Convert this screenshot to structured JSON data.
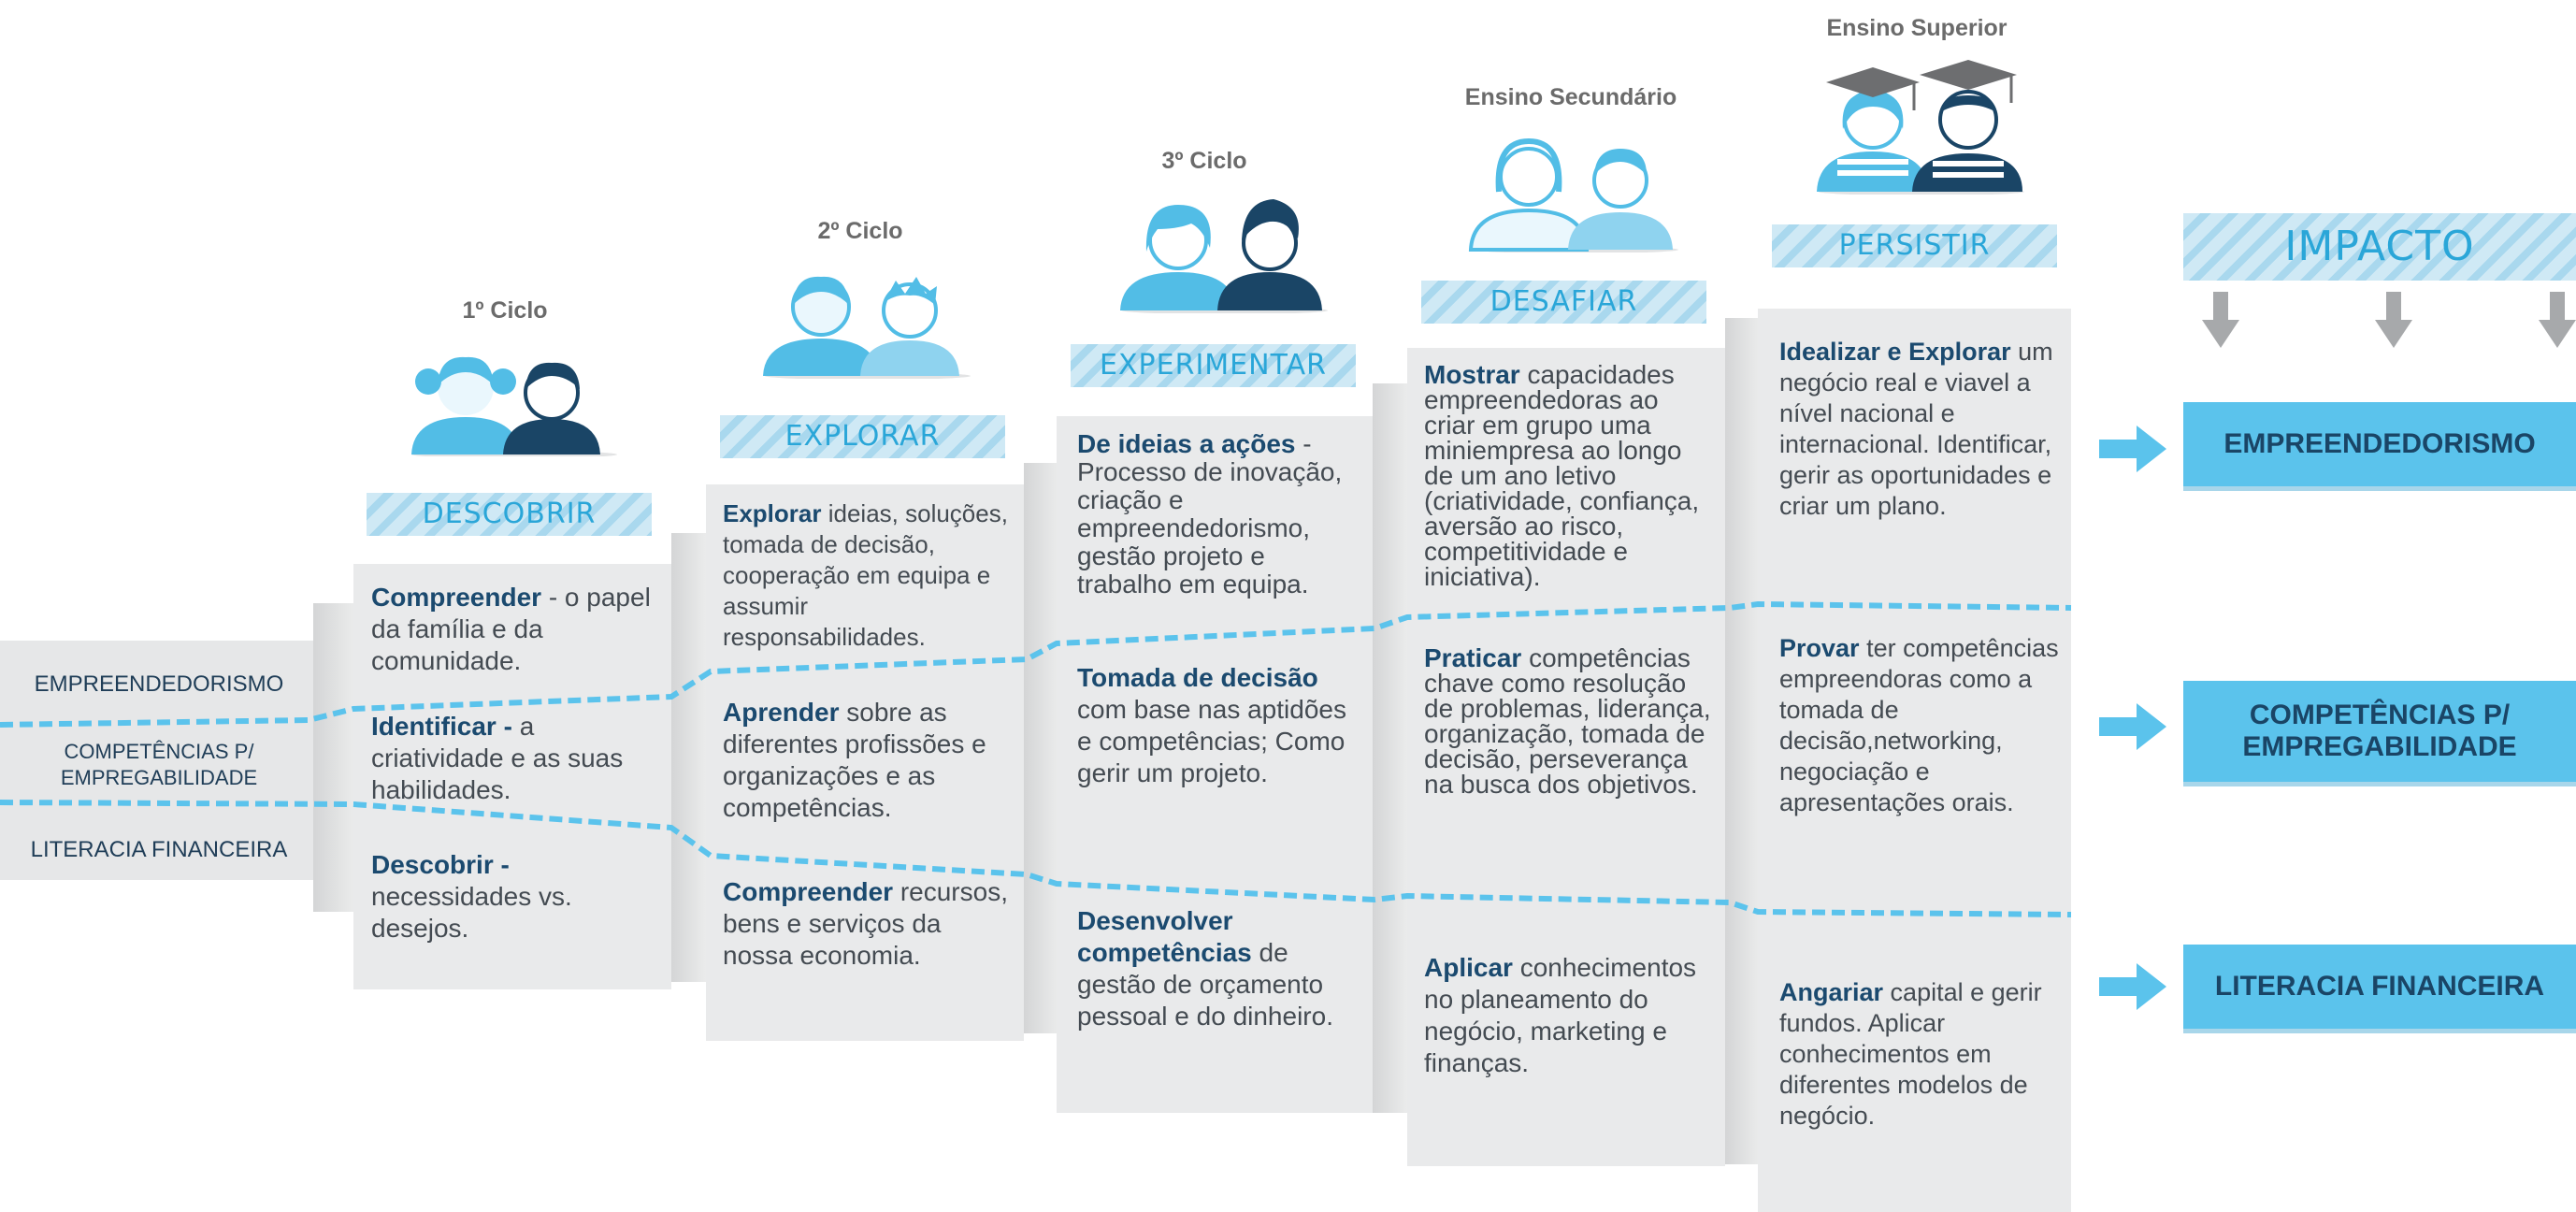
{
  "stages": [
    {
      "level": "1º Ciclo",
      "banner": "DESCOBRIR",
      "rows": [
        {
          "bold": "Compreender",
          "rest": " - o papel da família e da comunidade."
        },
        {
          "bold": "Identificar -",
          "rest": " a criatividade e as suas habilidades."
        },
        {
          "bold": "Descobrir -",
          "rest": " necessidades vs. desejos."
        }
      ]
    },
    {
      "level": "2º Ciclo",
      "banner": "EXPLORAR",
      "rows": [
        {
          "bold": "Explorar",
          "rest": " ideias, soluções, tomada de decisão, cooperação em equipa e assumir responsabilidades."
        },
        {
          "bold": "Aprender",
          "rest": " sobre as diferentes profissões e organizações e as competências."
        },
        {
          "bold": "Compreender",
          "rest": " recursos, bens  e serviços da nossa economia."
        }
      ]
    },
    {
      "level": "3º Ciclo",
      "banner": "EXPERIMENTAR",
      "rows": [
        {
          "bold": "De ideias a ações",
          "rest": " - Processo de inovação, criação e empreendedorismo, gestão projeto e trabalho em equipa."
        },
        {
          "bold": "Tomada de decisão",
          "rest": " com base nas aptidões e competências; Como gerir um projeto."
        },
        {
          "bold": "Desenvolver competências",
          "rest": " de gestão de orçamento pessoal e do dinheiro."
        }
      ]
    },
    {
      "level": "Ensino Secundário",
      "banner": "DESAFIAR",
      "rows": [
        {
          "bold": "Mostrar",
          "rest": "  capacidades empreendedoras ao criar em grupo uma miniempresa ao longo de um ano letivo (criatividade, confiança, aversão ao risco, competitividade e iniciativa)."
        },
        {
          "bold": "Praticar",
          "rest": " competências chave como resolução de problemas, liderança, organização, tomada de decisão, perseverança  na busca dos objetivos."
        },
        {
          "bold": "Aplicar",
          "rest": " conhecimentos no planeamento do negócio, marketing e finanças."
        }
      ]
    },
    {
      "level": "Ensino Superior",
      "banner": "PERSISTIR",
      "rows": [
        {
          "bold": "Idealizar e Explorar",
          "rest": " um negócio real e viavel a nível nacional e internacional. Identificar, gerir as oportunidades e criar um plano."
        },
        {
          "bold": "Provar",
          "rest": "  ter competências empreendoras como a tomada de decisão,networking, negociação e apresentações orais."
        },
        {
          "bold": "Angariar",
          "rest": " capital e gerir fundos. Aplicar conhecimentos em diferentes modelos de negócio."
        }
      ]
    }
  ],
  "categories": [
    "EMPREENDEDORISMO",
    "COMPETÊNCIAS P/ EMPREGABILIDADE",
    "LITERACIA FINANCEIRA"
  ],
  "impact": {
    "title": "IMPACTO",
    "items": [
      "EMPREENDEDORISMO",
      "COMPETÊNCIAS P/ EMPREGABILIDADE",
      "LITERACIA FINANCEIRA"
    ]
  },
  "colors": {
    "accent": "#5bc3ec",
    "dark": "#1a4566",
    "panel": "#e9eaeb",
    "gray_arrow": "#a7a9ab"
  },
  "icons": [
    "child-avatars-icon",
    "graduation-cap-icon",
    "arrow-right-icon",
    "arrow-down-icon"
  ]
}
